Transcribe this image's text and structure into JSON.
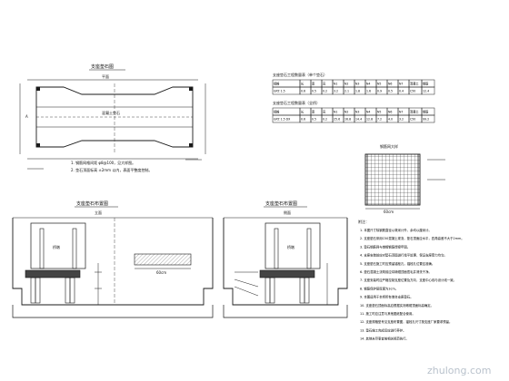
{
  "sheet": {
    "plan_view": {
      "title": "支座垫石图",
      "subtitle": "平面",
      "label_a": "A",
      "label_center": "混凝土垫石",
      "note_1": "1. 钢筋网格间距 φ8@100，见大样图。",
      "note_2": "2. 垫石顶面标高 ±2mm 以内，表面平整度控制。"
    },
    "tables": {
      "table1_title": "支座垫石工程数量表（单个垫石）",
      "table1_head": [
        "规格",
        "长",
        "宽",
        "高",
        "N1",
        "N2",
        "N3",
        "N4",
        "N5",
        "N6",
        "N7",
        "混凝土",
        "钢筋"
      ],
      "table1_row": [
        "GPZ 1.5",
        "0.6",
        "0.5",
        "0.2",
        "3.2",
        "2.1",
        "1.8",
        "1.6",
        "0.9",
        "0.5",
        "0.4",
        "C50",
        "12.4"
      ],
      "table2_title": "支座垫石工程数量表（全桥）",
      "table2_head": [
        "规格",
        "长",
        "宽",
        "高",
        "N1",
        "N2",
        "N3",
        "N4",
        "N5",
        "N6",
        "N7",
        "混凝土",
        "钢筋"
      ],
      "table2_row": [
        "GPZ 1.5 DX",
        "0.6",
        "0.5",
        "0.2",
        "25.6",
        "16.8",
        "14.4",
        "12.8",
        "7.2",
        "4.0",
        "3.2",
        "C50",
        "99.2"
      ]
    },
    "detail": {
      "title": "钢筋网大样",
      "dim": "60cm"
    },
    "section_left": {
      "title": "支座垫石布置图",
      "subtitle": "立面",
      "label": "桥墩",
      "dim": "60cm"
    },
    "section_right": {
      "title": "支座垫石布置图",
      "subtitle": "侧面",
      "label": "桥墩"
    },
    "notes": {
      "heading": "附注：",
      "lines": [
        "1. 本图尺寸除钢筋直径以毫米计外，余均以厘米计。",
        "2. 支座垫石采用C50混凝土现浇，垫石顶面应水平，四角高差不大于2mm。",
        "3. 垫石钢筋网与墩帽钢筋焊接牢固。",
        "4. 支座安装前应对垫石顶面进行找平处理，保证支座受力均匀。",
        "5. 支座垫石施工时应预留锚栓孔，锚栓孔位置应准确。",
        "6. 垫石混凝土浇筑前应将墩帽顶面凿毛并清洗干净。",
        "7. 支座安装时应严格控制支座位置及方向，支座中心线与设计线一致。",
        "8. 钢筋保护层厚度为3cm。",
        "9. 本图适用于本桥所有墩台支座垫石。",
        "10. 支座垫石顶面标高应根据实测墩帽顶面标高确定。",
        "11. 施工时应注意与其他图纸配合使用。",
        "12. 支座规格型号见支座布置图，锚栓孔尺寸按支座厂家要求预留。",
        "13. 垫石施工完成后应进行养护。",
        "14. 其他未尽事宜按相关规范执行。"
      ]
    },
    "watermark": "zhulong.com",
    "colors": {
      "line": "#1a1a1a",
      "hatch": "#555555",
      "watermark": "#b9c2cc"
    }
  }
}
